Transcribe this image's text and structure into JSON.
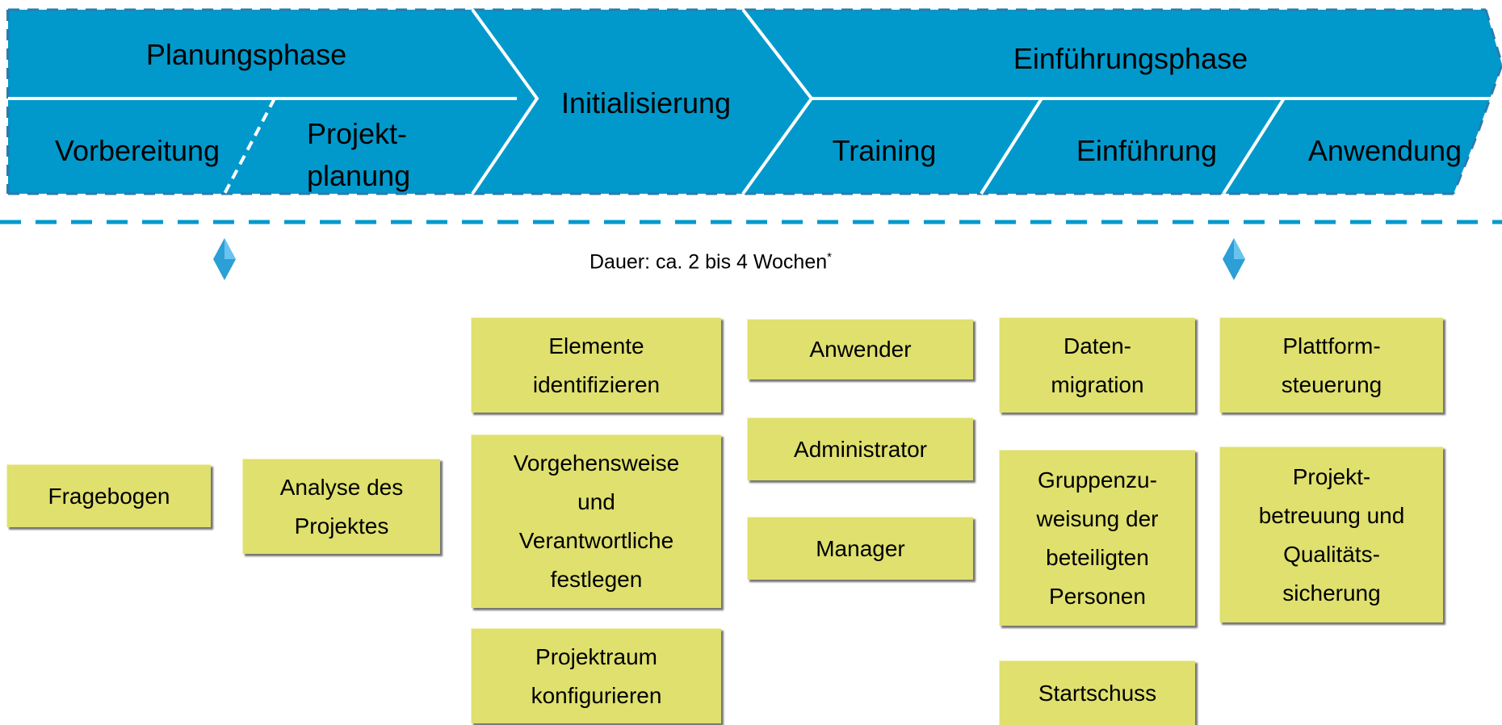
{
  "phases": {
    "planungsphase": "Planungsphase",
    "initialisierung": "Initialisierung",
    "einfuehrungsphase": "Einführungsphase"
  },
  "subphases": {
    "vorbereitung": "Vorbereitung",
    "projektplanung": "Projekt-\nplanung",
    "training": "Training",
    "einfuehrung": "Einführung",
    "anwendung": "Anwendung"
  },
  "duration": {
    "text": "Dauer: ca. 2 bis 4 Wochen",
    "footnote": "*"
  },
  "tasks": {
    "fragebogen": "Fragebogen",
    "analyse": "Analyse des\nProjektes",
    "elemente": "Elemente\nidentifizieren",
    "vorgehensweise": "Vorgehensweise\nund\nVerantwortliche\nfestlegen",
    "projektraum": "Projektraum\nkonfigurieren",
    "anwender": "Anwender",
    "administrator": "Administrator",
    "manager": "Manager",
    "datenmigration": "Daten-\nmigration",
    "gruppenzuweisung": "Gruppenzu-\nweisung der\nbeteiligten\nPersonen",
    "startschuss": "Startschuss",
    "plattformsteuerung": "Plattform-\nsteuerung",
    "projektbetreuung": "Projekt-\nbetreuung  und\nQualitäts-\nsicherung"
  },
  "colors": {
    "banner": "#0199cc",
    "task_box": "#dfe06e",
    "milestone": "#2b9fd6"
  }
}
